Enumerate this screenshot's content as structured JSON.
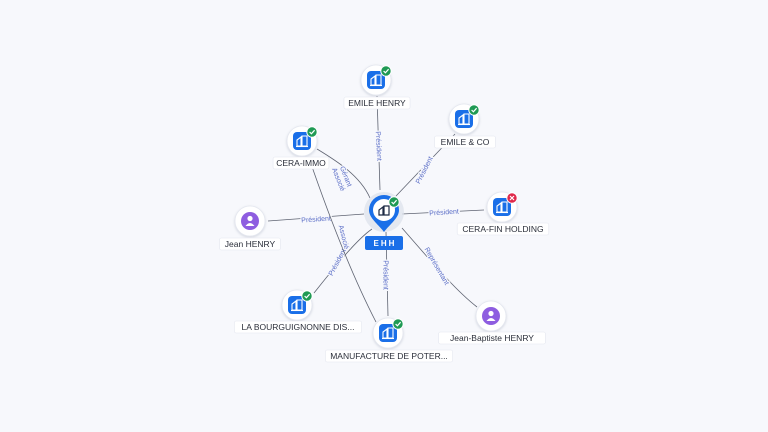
{
  "center": {
    "label": "EHH",
    "icon": "company-icon",
    "status": "verified"
  },
  "nodes": [
    {
      "id": "emile-henry",
      "label": "EMILE HENRY",
      "kind": "company",
      "status": "verified"
    },
    {
      "id": "emile-co",
      "label": "EMILE & CO",
      "kind": "company",
      "status": "verified"
    },
    {
      "id": "cera-immo",
      "label": "CERA-IMMO",
      "kind": "company",
      "status": "verified"
    },
    {
      "id": "cera-fin",
      "label": "CERA-FIN HOLDING",
      "kind": "company",
      "status": "closed"
    },
    {
      "id": "jean-henry",
      "label": "Jean HENRY",
      "kind": "person",
      "status": ""
    },
    {
      "id": "la-bourguignonne",
      "label": "LA BOURGUIGNONNE DIS...",
      "kind": "company",
      "status": "verified"
    },
    {
      "id": "manufacture",
      "label": "MANUFACTURE DE POTER...",
      "kind": "company",
      "status": "verified"
    },
    {
      "id": "jean-baptiste",
      "label": "Jean-Baptiste HENRY",
      "kind": "person",
      "status": ""
    }
  ],
  "edges": [
    {
      "from": "emile-henry",
      "to": "center",
      "label": "Président"
    },
    {
      "from": "emile-co",
      "to": "center",
      "label": "Président"
    },
    {
      "from": "cera-immo",
      "to": "center",
      "label": "Gérant\nAssocié"
    },
    {
      "from": "cera-fin",
      "to": "center",
      "label": "Président"
    },
    {
      "from": "jean-henry",
      "to": "center",
      "label": "Président"
    },
    {
      "from": "la-bourguignonne",
      "to": "center",
      "label": "Président"
    },
    {
      "from": "center",
      "to": "manufacture",
      "label": "Président"
    },
    {
      "from": "jean-baptiste",
      "to": "center",
      "label": "Représentant"
    },
    {
      "from": "cera-immo",
      "to": "manufacture",
      "label": "Associé"
    }
  ],
  "colors": {
    "company": "#1a6fe8",
    "person": "#8e5de0",
    "verified": "#1f9a54",
    "closed": "#e0294b",
    "edge": "#5f6472",
    "edge_label": "#5b6ec7"
  }
}
